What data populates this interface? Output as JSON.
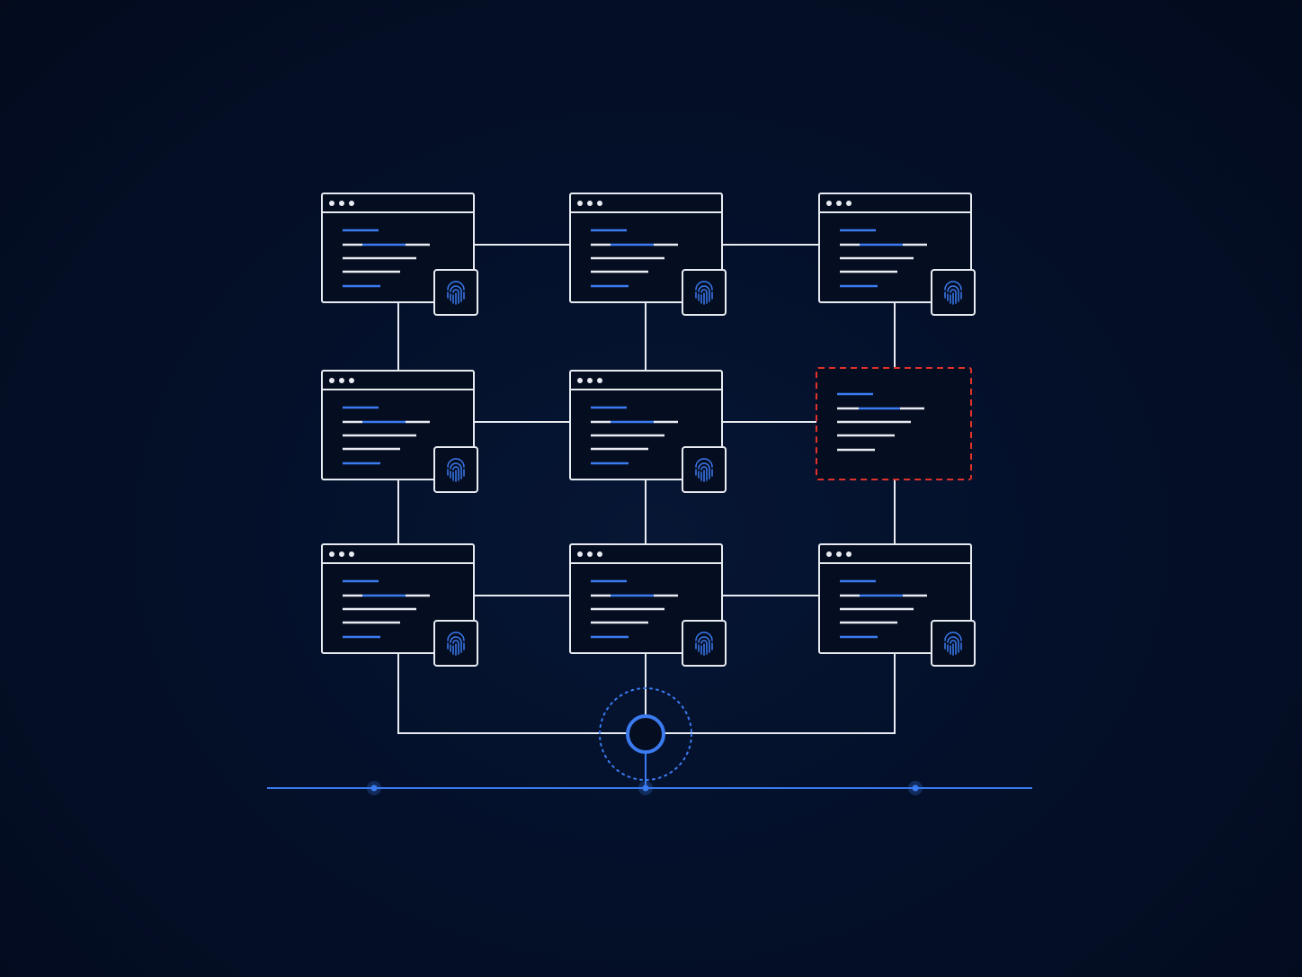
{
  "colors": {
    "background": "#04102a",
    "line": "#e8ecf2",
    "accent": "#3b7bf0",
    "alert": "#e0322c",
    "window_fill": "#050d20"
  },
  "windows": [
    {
      "id": "r1c1",
      "state": "secured",
      "icon": "fingerprint-icon"
    },
    {
      "id": "r1c2",
      "state": "secured",
      "icon": "fingerprint-icon"
    },
    {
      "id": "r1c3",
      "state": "secured",
      "icon": "fingerprint-icon"
    },
    {
      "id": "r2c1",
      "state": "secured",
      "icon": "fingerprint-icon"
    },
    {
      "id": "r2c2",
      "state": "secured",
      "icon": "fingerprint-icon"
    },
    {
      "id": "r2c3",
      "state": "compromised",
      "icon": ""
    },
    {
      "id": "r3c1",
      "state": "secured",
      "icon": "fingerprint-icon"
    },
    {
      "id": "r3c2",
      "state": "secured",
      "icon": "fingerprint-icon"
    },
    {
      "id": "r3c3",
      "state": "secured",
      "icon": "fingerprint-icon"
    }
  ],
  "hub": {
    "icon": "hub-node-icon"
  },
  "baseline": {
    "node_count": 3
  }
}
